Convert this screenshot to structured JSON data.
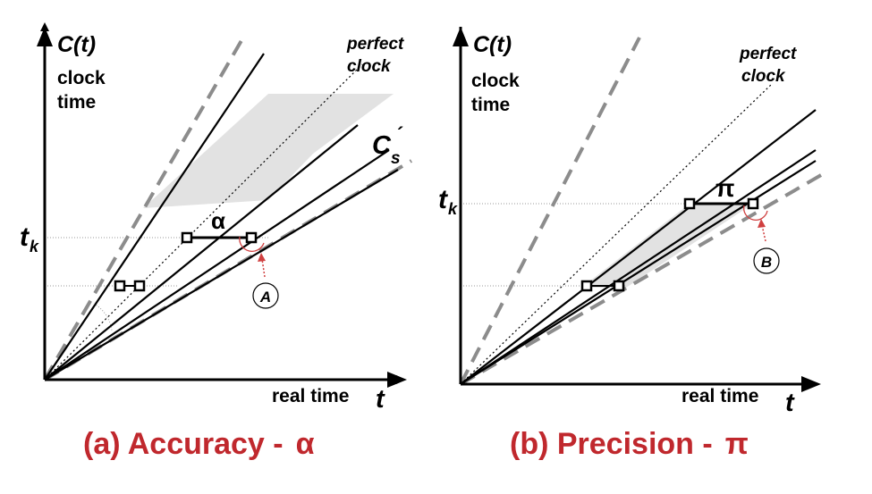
{
  "panel_a": {
    "y_axis_title": "C(t)",
    "y_axis_sub1": "clock",
    "y_axis_sub2": "time",
    "x_axis_label": "real time",
    "x_axis_symbol": "t",
    "perfect_line_1": "perfect",
    "perfect_line_2": "clock",
    "tick_label_main": "t",
    "tick_label_sub": "k",
    "interval_symbol": "α",
    "clock_label_main": "C",
    "clock_label_sub": "s",
    "badge": "A",
    "caption": "(a) Accuracy  -",
    "caption_symbol": "α"
  },
  "panel_b": {
    "y_axis_title": "C(t)",
    "y_axis_sub1": "clock",
    "y_axis_sub2": "time",
    "x_axis_label": "real time",
    "x_axis_symbol": "t",
    "perfect_line_1": "perfect",
    "perfect_line_2": "clock",
    "tick_label_main": "t",
    "tick_label_sub": "k",
    "interval_symbol": "π",
    "badge": "B",
    "caption": "(b) Precision  -",
    "caption_symbol": "π"
  },
  "colors": {
    "caption": "#c0282d",
    "drift_bound": "#8c8c8c",
    "shading": "#e2e2e2",
    "callout": "#d04040"
  }
}
